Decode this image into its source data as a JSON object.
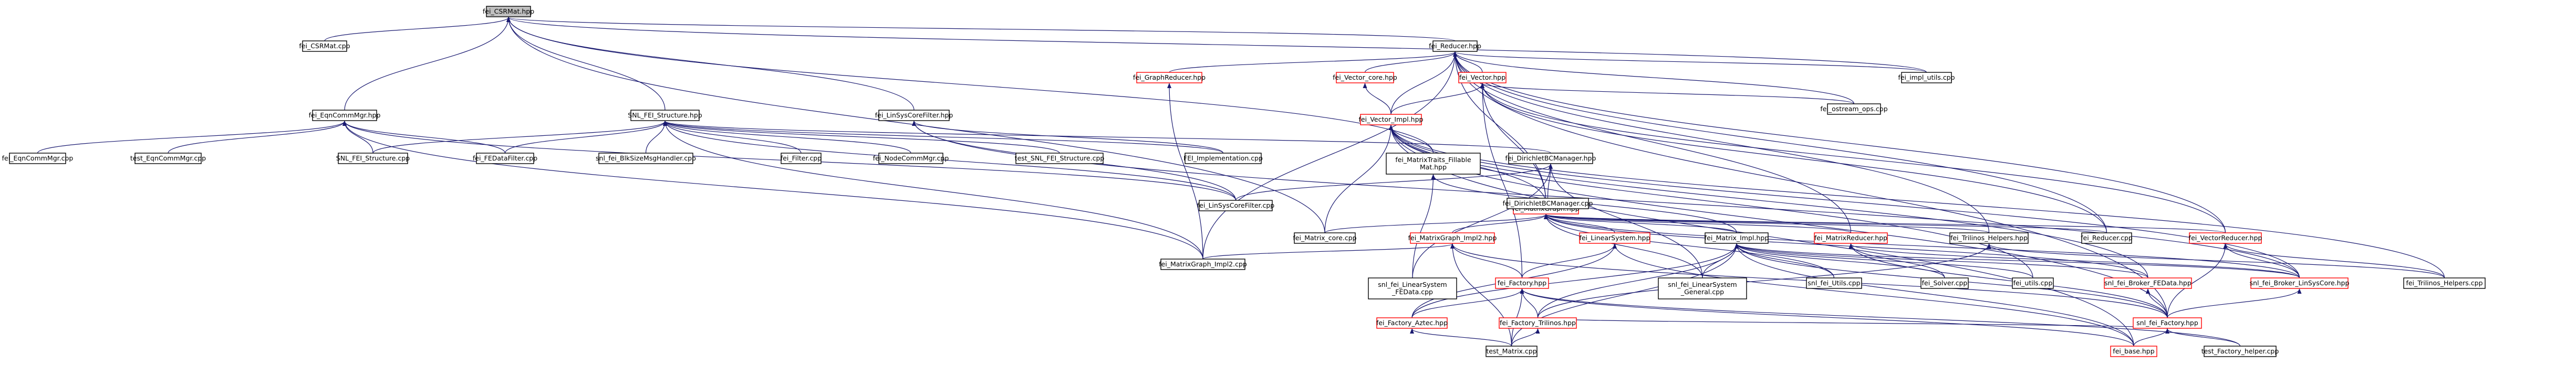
{
  "diagram": {
    "colors": {
      "root_fill": "#bfbfbf",
      "node_border": "#000000",
      "missing_border": "#ff0000",
      "edge": "#191970"
    },
    "nodes": [
      {
        "id": "csrmat_hpp",
        "label": "fei_CSRMat.hpp",
        "root": true
      },
      {
        "id": "csrmat_cpp",
        "label": "fei_CSRMat.cpp"
      },
      {
        "id": "fei_reducer_hpp",
        "label": "fei_Reducer.hpp"
      },
      {
        "id": "eqncommmgr_hpp",
        "label": "fei_EqnCommMgr.hpp"
      },
      {
        "id": "snl_fei_structure_hpp",
        "label": "SNL_FEI_Structure.hpp"
      },
      {
        "id": "linsyscorefilter_hpp",
        "label": "fei_LinSysCoreFilter.hpp"
      },
      {
        "id": "graphreducer_hpp",
        "label": "fei_GraphReducer.hpp",
        "red": true
      },
      {
        "id": "vector_core_hpp",
        "label": "fei_Vector_core.hpp",
        "red": true
      },
      {
        "id": "fei_vector_hpp",
        "label": "fei_Vector.hpp",
        "red": true
      },
      {
        "id": "impl_utils_cpp",
        "label": "fei_impl_utils.cpp"
      },
      {
        "id": "ostream_ops_cpp",
        "label": "fei_ostream_ops.cpp"
      },
      {
        "id": "eqncommmgr_cpp",
        "label": "fei_EqnCommMgr.cpp"
      },
      {
        "id": "test_eqncommmgr_cpp",
        "label": "test_EqnCommMgr.cpp"
      },
      {
        "id": "snl_fei_structure_cpp",
        "label": "SNL_FEI_Structure.cpp"
      },
      {
        "id": "fedatafilter_cpp",
        "label": "fei_FEDataFilter.cpp"
      },
      {
        "id": "blkscemsghandler_cpp",
        "label": "snl_fei_BlkSizeMsgHandler.cpp"
      },
      {
        "id": "filter_cpp",
        "label": "fei_Filter.cpp"
      },
      {
        "id": "nodecommmgr_cpp",
        "label": "fei_NodeCommMgr.cpp"
      },
      {
        "id": "test_snl_fei_structure_cpp",
        "label": "test_SNL_FEI_Structure.cpp"
      },
      {
        "id": "fei_implementation_cpp",
        "label": "FEI_Implementation.cpp"
      },
      {
        "id": "dirichletbcmanager_hpp",
        "label": "fei_DirichletBCManager.hpp"
      },
      {
        "id": "vector_impl_hpp",
        "label": "fei_Vector_Impl.hpp",
        "red": true
      },
      {
        "id": "matrixtraits_fillablemat_hpp",
        "label": "fei_MatrixTraits_Fillable\nMat.hpp"
      },
      {
        "id": "matrixgraph_hpp",
        "label": "fei_MatrixGraph.hpp",
        "red": true
      },
      {
        "id": "linsyscorefilter_cpp",
        "label": "fei_LinSysCoreFilter.cpp"
      },
      {
        "id": "dirichletbcmanager_cpp",
        "label": "fei_DirichletBCManager.cpp"
      },
      {
        "id": "matrix_core_cpp",
        "label": "fei_Matrix_core.cpp"
      },
      {
        "id": "matrixgraph_impl2_hpp",
        "label": "fei_MatrixGraph_Impl2.hpp",
        "red": true
      },
      {
        "id": "linearsystem_hpp",
        "label": "fei_LinearSystem.hpp",
        "red": true
      },
      {
        "id": "matrix_impl_hpp",
        "label": "fei_Matrix_Impl.hpp"
      },
      {
        "id": "matrixreducer_hpp",
        "label": "fei_MatrixReducer.hpp",
        "red": true
      },
      {
        "id": "trilinos_helpers_hpp",
        "label": "fei_Trilinos_Helpers.hpp"
      },
      {
        "id": "fei_reducer_cpp",
        "label": "fei_Reducer.cpp"
      },
      {
        "id": "vectorreducer_hpp",
        "label": "fei_VectorReducer.hpp",
        "red": true
      },
      {
        "id": "matrixgraph_impl2_cpp",
        "label": "fei_MatrixGraph_Impl2.cpp"
      },
      {
        "id": "snl_linearsystem_fedata_cpp",
        "label": "snl_fei_LinearSystem\n_FEData.cpp"
      },
      {
        "id": "fei_factory_hpp",
        "label": "fei_Factory.hpp",
        "red": true
      },
      {
        "id": "linearsystem_general_cpp",
        "label": "snl_fei_LinearSystem\n_General.cpp"
      },
      {
        "id": "fei_utils_hpp",
        "label": "snl_fei_Utils.cpp"
      },
      {
        "id": "fei_solver_cpp",
        "label": "fei_Solver.cpp"
      },
      {
        "id": "fei_utils_cpp",
        "label": "fei_utils.cpp"
      },
      {
        "id": "broker_fedata_hpp",
        "label": "snl_fei_Broker_FEData.hpp",
        "red": true
      },
      {
        "id": "broker_linsyscore_hpp",
        "label": "snl_fei_Broker_LinSysCore.hpp",
        "red": true
      },
      {
        "id": "trilinos_helpers_cpp",
        "label": "fei_Trilinos_Helpers.cpp"
      },
      {
        "id": "factory_aztec_hpp",
        "label": "fei_Factory_Aztec.hpp",
        "red": true
      },
      {
        "id": "factory_trilinos_hpp",
        "label": "fei_Factory_Trilinos.hpp",
        "red": true
      },
      {
        "id": "snl_fei_factory_hpp",
        "label": "snl_fei_Factory.hpp",
        "red": true
      },
      {
        "id": "test_matrix_cpp",
        "label": "test_Matrix.cpp"
      },
      {
        "id": "fei_base_hpp",
        "label": "fei_base.hpp",
        "red": true
      },
      {
        "id": "test_factory_helper_cpp",
        "label": "test_Factory_helper.cpp"
      }
    ],
    "edges": [
      [
        "csrmat_cpp",
        "csrmat_hpp"
      ],
      [
        "fei_reducer_hpp",
        "csrmat_hpp"
      ],
      [
        "eqncommmgr_hpp",
        "csrmat_hpp"
      ],
      [
        "snl_fei_structure_hpp",
        "csrmat_hpp"
      ],
      [
        "linsyscorefilter_hpp",
        "csrmat_hpp"
      ],
      [
        "matrixtraits_fillablemat_hpp",
        "csrmat_hpp"
      ],
      [
        "matrix_core_cpp",
        "csrmat_hpp"
      ],
      [
        "impl_utils_cpp",
        "csrmat_hpp"
      ],
      [
        "graphreducer_hpp",
        "fei_reducer_hpp"
      ],
      [
        "vector_core_hpp",
        "fei_reducer_hpp"
      ],
      [
        "fei_vector_hpp",
        "fei_reducer_hpp"
      ],
      [
        "vector_impl_hpp",
        "fei_reducer_hpp"
      ],
      [
        "matrixgraph_hpp",
        "fei_reducer_hpp"
      ],
      [
        "matrixreducer_hpp",
        "fei_reducer_hpp"
      ],
      [
        "trilinos_helpers_hpp",
        "fei_reducer_hpp"
      ],
      [
        "fei_reducer_cpp",
        "fei_reducer_hpp"
      ],
      [
        "vectorreducer_hpp",
        "fei_reducer_hpp"
      ],
      [
        "impl_utils_cpp",
        "fei_reducer_hpp"
      ],
      [
        "ostream_ops_cpp",
        "fei_reducer_hpp"
      ],
      [
        "matrixgraph_impl2_cpp",
        "fei_reducer_hpp"
      ],
      [
        "snl_fei_factory_hpp",
        "fei_reducer_hpp"
      ],
      [
        "eqncommmgr_cpp",
        "eqncommmgr_hpp"
      ],
      [
        "test_eqncommmgr_cpp",
        "eqncommmgr_hpp"
      ],
      [
        "snl_fei_structure_cpp",
        "eqncommmgr_hpp"
      ],
      [
        "fedatafilter_cpp",
        "eqncommmgr_hpp"
      ],
      [
        "linsyscorefilter_cpp",
        "eqncommmgr_hpp"
      ],
      [
        "matrixgraph_impl2_cpp",
        "eqncommmgr_hpp"
      ],
      [
        "snl_fei_structure_cpp",
        "snl_fei_structure_hpp"
      ],
      [
        "fedatafilter_cpp",
        "snl_fei_structure_hpp"
      ],
      [
        "blkscemsghandler_cpp",
        "snl_fei_structure_hpp"
      ],
      [
        "filter_cpp",
        "snl_fei_structure_hpp"
      ],
      [
        "nodecommmgr_cpp",
        "snl_fei_structure_hpp"
      ],
      [
        "test_snl_fei_structure_cpp",
        "snl_fei_structure_hpp"
      ],
      [
        "fei_implementation_cpp",
        "snl_fei_structure_hpp"
      ],
      [
        "dirichletbcmanager_hpp",
        "snl_fei_structure_hpp"
      ],
      [
        "linsyscorefilter_cpp",
        "snl_fei_structure_hpp"
      ],
      [
        "matrixgraph_impl2_cpp",
        "snl_fei_structure_hpp"
      ],
      [
        "fei_implementation_cpp",
        "linsyscorefilter_hpp"
      ],
      [
        "linsyscorefilter_cpp",
        "linsyscorefilter_hpp"
      ],
      [
        "broker_linsyscore_hpp",
        "linsyscorefilter_hpp"
      ],
      [
        "matrixgraph_impl2_cpp",
        "graphreducer_hpp"
      ],
      [
        "vector_impl_hpp",
        "vector_core_hpp"
      ],
      [
        "vector_impl_hpp",
        "fei_vector_hpp"
      ],
      [
        "matrixgraph_hpp",
        "fei_vector_hpp"
      ],
      [
        "ostream_ops_cpp",
        "fei_vector_hpp"
      ],
      [
        "vectorreducer_hpp",
        "fei_vector_hpp"
      ],
      [
        "fei_factory_hpp",
        "fei_vector_hpp"
      ],
      [
        "fei_reducer_cpp",
        "fei_vector_hpp"
      ],
      [
        "linsyscorefilter_cpp",
        "dirichletbcmanager_hpp"
      ],
      [
        "dirichletbcmanager_cpp",
        "dirichletbcmanager_hpp"
      ],
      [
        "snl_linearsystem_fedata_cpp",
        "dirichletbcmanager_hpp"
      ],
      [
        "linearsystem_general_cpp",
        "dirichletbcmanager_hpp"
      ],
      [
        "matrixtraits_fillablemat_hpp",
        "vector_impl_hpp"
      ],
      [
        "matrixgraph_hpp",
        "vector_impl_hpp"
      ],
      [
        "matrix_core_cpp",
        "vector_impl_hpp"
      ],
      [
        "broker_fedata_hpp",
        "vector_impl_hpp"
      ],
      [
        "broker_linsyscore_hpp",
        "vector_impl_hpp"
      ],
      [
        "snl_fei_factory_hpp",
        "vector_impl_hpp"
      ],
      [
        "trilinos_helpers_cpp",
        "vector_impl_hpp"
      ],
      [
        "fei_base_hpp",
        "vector_impl_hpp"
      ],
      [
        "fei_utils_cpp",
        "vector_impl_hpp"
      ],
      [
        "matrix_impl_hpp",
        "matrixtraits_fillablemat_hpp"
      ],
      [
        "snl_linearsystem_fedata_cpp",
        "matrixtraits_fillablemat_hpp"
      ],
      [
        "matrixgraph_impl2_hpp",
        "matrixgraph_hpp"
      ],
      [
        "linearsystem_hpp",
        "matrixgraph_hpp"
      ],
      [
        "matrix_impl_hpp",
        "matrixgraph_hpp"
      ],
      [
        "matrixreducer_hpp",
        "matrixgraph_hpp"
      ],
      [
        "trilinos_helpers_hpp",
        "matrixgraph_hpp"
      ],
      [
        "fei_reducer_cpp",
        "matrixgraph_hpp"
      ],
      [
        "vectorreducer_hpp",
        "matrixgraph_hpp"
      ],
      [
        "linearsystem_general_cpp",
        "matrixgraph_hpp"
      ],
      [
        "fei_utils_hpp",
        "matrixgraph_hpp"
      ],
      [
        "broker_fedata_hpp",
        "matrixgraph_hpp"
      ],
      [
        "broker_linsyscore_hpp",
        "matrixgraph_hpp"
      ],
      [
        "matrix_core_cpp",
        "matrixgraph_hpp"
      ],
      [
        "matrixgraph_impl2_cpp",
        "matrixgraph_impl2_hpp"
      ],
      [
        "fei_factory_hpp",
        "matrixgraph_impl2_hpp"
      ],
      [
        "test_matrix_cpp",
        "matrixgraph_impl2_hpp"
      ],
      [
        "snl_fei_factory_hpp",
        "matrixgraph_impl2_hpp"
      ],
      [
        "factory_aztec_hpp",
        "linearsystem_hpp"
      ],
      [
        "fei_factory_hpp",
        "linearsystem_hpp"
      ],
      [
        "fei_base_hpp",
        "linearsystem_hpp"
      ],
      [
        "test_matrix_cpp",
        "matrix_impl_hpp"
      ],
      [
        "fei_solver_cpp",
        "matrix_impl_hpp"
      ],
      [
        "fei_utils_cpp",
        "matrix_impl_hpp"
      ],
      [
        "broker_fedata_hpp",
        "matrix_impl_hpp"
      ],
      [
        "broker_linsyscore_hpp",
        "matrix_impl_hpp"
      ],
      [
        "factory_trilinos_hpp",
        "matrix_impl_hpp"
      ],
      [
        "factory_aztec_hpp",
        "matrix_impl_hpp"
      ],
      [
        "snl_fei_factory_hpp",
        "matrix_impl_hpp"
      ],
      [
        "fei_base_hpp",
        "matrix_impl_hpp"
      ],
      [
        "linearsystem_general_cpp",
        "matrix_impl_hpp"
      ],
      [
        "fei_utils_hpp",
        "matrix_impl_hpp"
      ],
      [
        "broker_linsyscore_hpp",
        "matrixreducer_hpp"
      ],
      [
        "fei_solver_cpp",
        "matrixreducer_hpp"
      ],
      [
        "snl_fei_factory_hpp",
        "matrixreducer_hpp"
      ],
      [
        "trilinos_helpers_cpp",
        "trilinos_helpers_hpp"
      ],
      [
        "factory_trilinos_hpp",
        "trilinos_helpers_hpp"
      ],
      [
        "trilinos_helpers_cpp",
        "vectorreducer_hpp"
      ],
      [
        "broker_linsyscore_hpp",
        "vectorreducer_hpp"
      ],
      [
        "snl_fei_factory_hpp",
        "vectorreducer_hpp"
      ],
      [
        "factory_aztec_hpp",
        "fei_factory_hpp"
      ],
      [
        "factory_trilinos_hpp",
        "fei_factory_hpp"
      ],
      [
        "test_matrix_cpp",
        "fei_factory_hpp"
      ],
      [
        "fei_base_hpp",
        "fei_factory_hpp"
      ],
      [
        "test_factory_helper_cpp",
        "fei_factory_hpp"
      ],
      [
        "snl_fei_factory_hpp",
        "broker_fedata_hpp"
      ],
      [
        "snl_fei_factory_hpp",
        "broker_linsyscore_hpp"
      ],
      [
        "fei_base_hpp",
        "snl_fei_factory_hpp"
      ],
      [
        "test_factory_helper_cpp",
        "snl_fei_factory_hpp"
      ],
      [
        "factory_trilinos_hpp",
        "snl_fei_factory_hpp"
      ],
      [
        "test_matrix_cpp",
        "factory_trilinos_hpp"
      ],
      [
        "test_matrix_cpp",
        "factory_aztec_hpp"
      ]
    ]
  }
}
